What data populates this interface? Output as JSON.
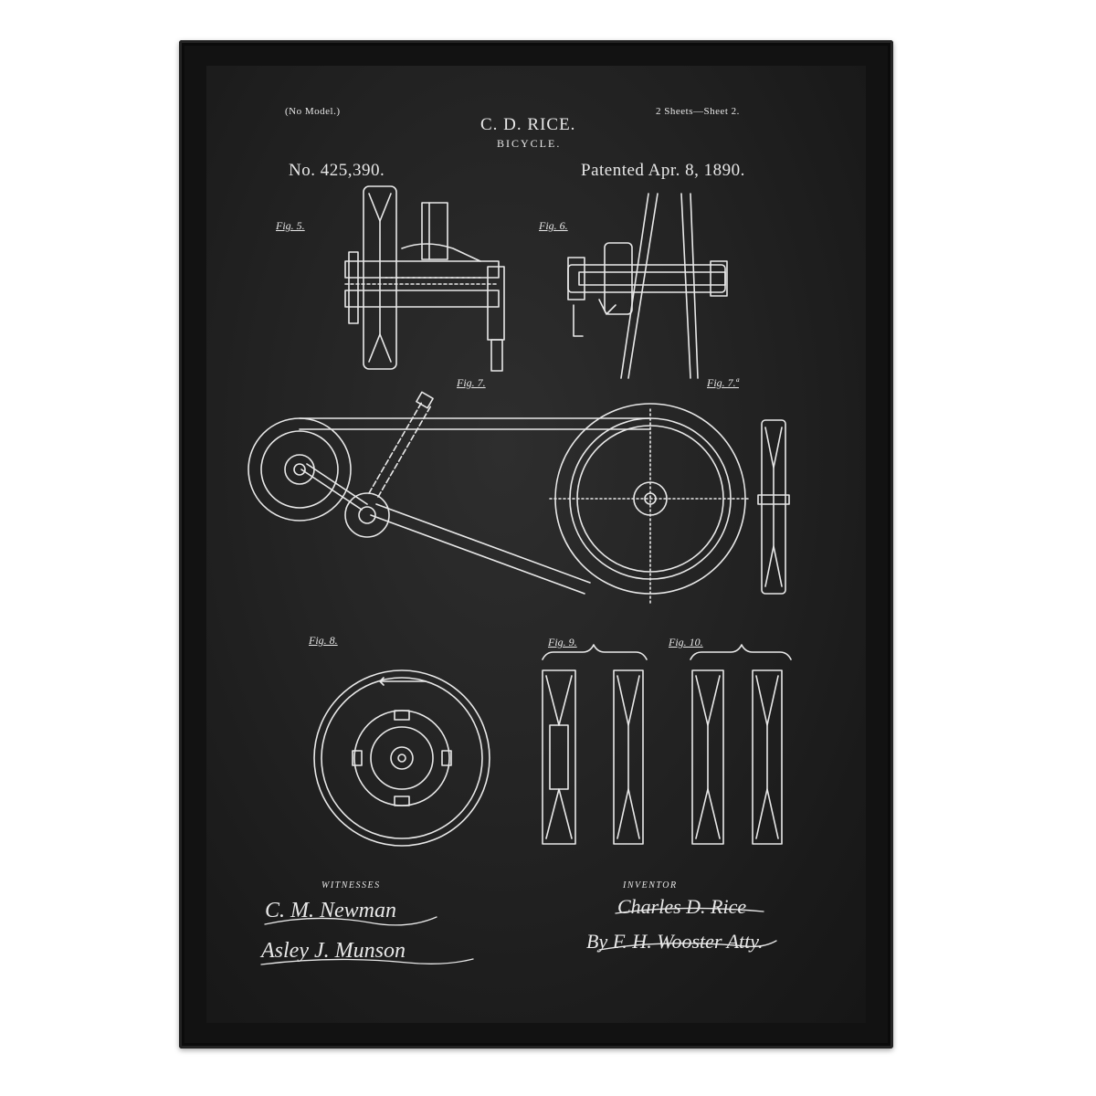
{
  "patent": {
    "model_note": "(No Model.)",
    "inventor_name": "C. D. RICE.",
    "title": "BICYCLE.",
    "sheets": "2 Sheets—Sheet 2.",
    "number": "No. 425,390.",
    "date": "Patented Apr. 8, 1890."
  },
  "figures": {
    "fig5": "Fig. 5.",
    "fig6": "Fig. 6.",
    "fig7": "Fig. 7.",
    "fig7a": "Fig. 7.ª",
    "fig8": "Fig. 8.",
    "fig9": "Fig. 9.",
    "fig10": "Fig. 10."
  },
  "signatures": {
    "witnesses_heading": "WITNESSES",
    "witness_1": "C. M. Newman",
    "witness_2": "Asley J. Munson",
    "inventor_heading": "INVENTOR",
    "inventor_signature": "Charles D. Rice",
    "attorney": "By F. H. Wooster Atty."
  },
  "colors": {
    "chalk": "#e8e8e8",
    "board": "#232323",
    "frame": "#121212"
  }
}
